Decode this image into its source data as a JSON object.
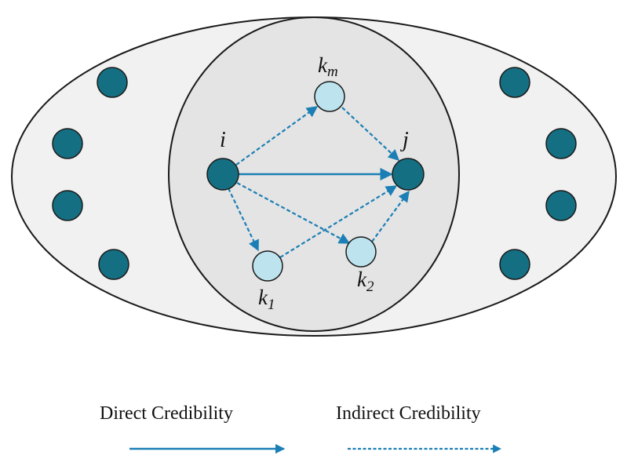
{
  "nodes": {
    "i": {
      "label": "i"
    },
    "j": {
      "label": "j"
    },
    "km": {
      "label": "k",
      "sub": "m"
    },
    "k1": {
      "label": "k",
      "sub": "1"
    },
    "k2": {
      "label": "k",
      "sub": "2"
    }
  },
  "legend": {
    "direct_label": "Direct Credibility",
    "indirect_label": "Indirect Credibility"
  },
  "colors": {
    "outer_fill": "#f1f1f1",
    "overlap_fill": "#e4e4e4",
    "dark_node": "#156f82",
    "light_node": "#bde4ee",
    "arrow": "#1b7fb5",
    "stroke": "#1a1a1a"
  }
}
